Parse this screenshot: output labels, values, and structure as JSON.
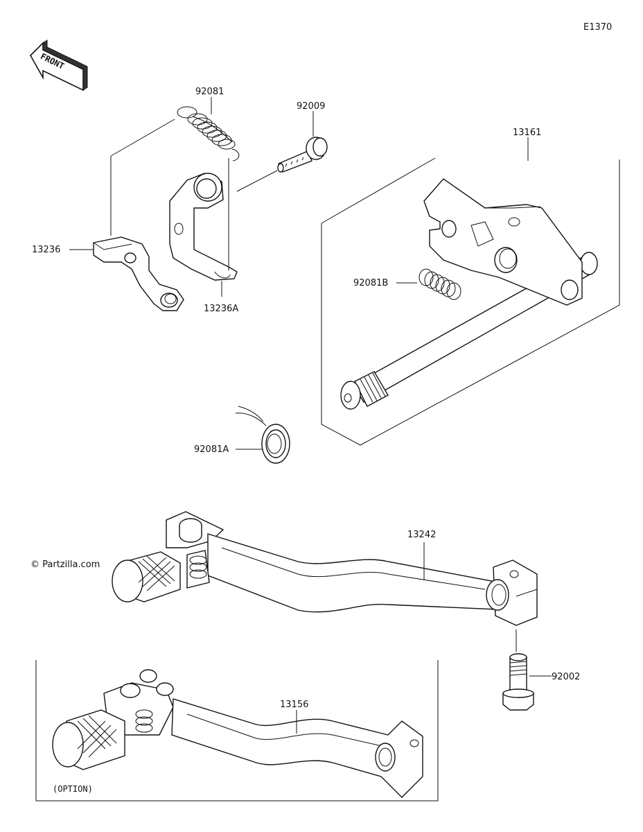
{
  "diagram_code": "E1370",
  "front_label": "FRONT",
  "watermark": "© Partzilla.com",
  "option_label": "(OPTION)",
  "parts": [
    {
      "number": "92081"
    },
    {
      "number": "92009"
    },
    {
      "number": "13161"
    },
    {
      "number": "13236"
    },
    {
      "number": "13236A"
    },
    {
      "number": "92081B"
    },
    {
      "number": "92081A"
    },
    {
      "number": "13242"
    },
    {
      "number": "92002"
    },
    {
      "number": "13156"
    }
  ]
}
